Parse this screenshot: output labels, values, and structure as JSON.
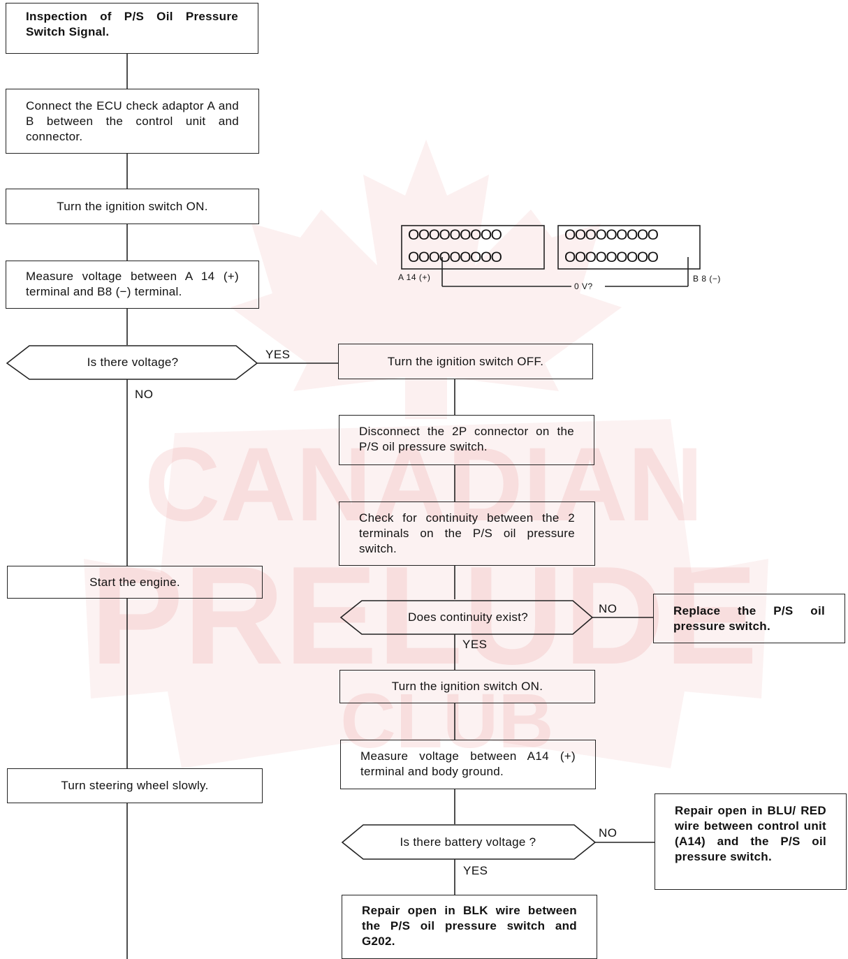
{
  "watermark": {
    "line1": "CANADIAN",
    "line2": "PRELUDE",
    "line3": "CLUB",
    "color": "#cc1f1f"
  },
  "boxes": {
    "inspection_title": "Inspection of P/S Oil Pressure Switch Signal.",
    "connect_adaptor": "Connect the ECU check adaptor A and B between the control unit and connector.",
    "ignition_on_1": "Turn the ignition switch ON.",
    "measure_a14_b8": "Measure voltage between A 14 (+) terminal and B8 (−) terminal.",
    "ignition_off": "Turn the ignition switch OFF.",
    "disconnect_2p": "Disconnect the 2P connector on the P/S oil pressure switch.",
    "check_continuity": "Check for continuity between the 2 terminals on the P/S oil pressure switch.",
    "start_engine": "Start the engine.",
    "replace_switch": "Replace the P/S oil pressure switch.",
    "ignition_on_2": "Turn the ignition switch ON.",
    "turn_steering": "Turn steering wheel slowly.",
    "measure_a14_ground": "Measure voltage between A14 (+) terminal and body ground.",
    "repair_blu_red": "Repair open in BLU/ RED wire between control unit (A14) and the P/S oil pressure switch.",
    "repair_blk": "Repair open in BLK wire between the P/S oil pressure switch and G202."
  },
  "decisions": {
    "is_voltage": "Is there voltage?",
    "continuity_exist": "Does continuity exist?",
    "battery_voltage": "Is there battery voltage ?"
  },
  "labels": {
    "yes_1": "YES",
    "no_1": "NO",
    "no_2": "NO",
    "yes_2": "YES",
    "no_3": "NO",
    "yes_3": "YES"
  },
  "connector_diagram": {
    "pin_row": "OOOOOOOOO",
    "a14_label": "A 14 (+)",
    "b8_label": "B 8 (−)",
    "voltage_label": "0 V?"
  }
}
